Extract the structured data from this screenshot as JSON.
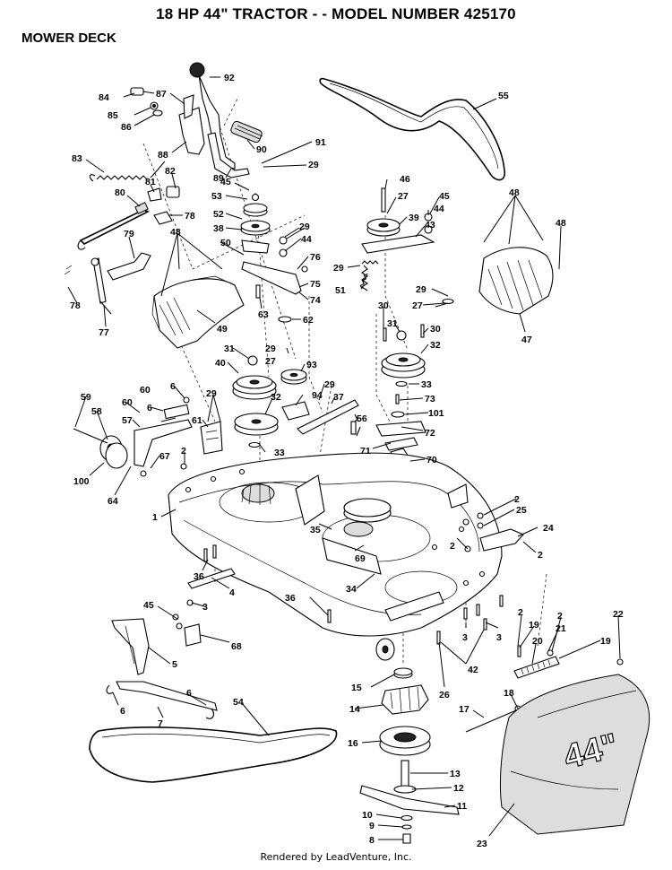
{
  "header": {
    "title": "18 HP 44\" TRACTOR - - MODEL NUMBER 425170",
    "subtitle": "MOWER DECK"
  },
  "footer": {
    "credit": "Rendered by LeadVenture, Inc."
  },
  "deck_shield_label": "44\"",
  "callouts": [
    {
      "id": "c92",
      "label": "92"
    },
    {
      "id": "c84",
      "label": "84"
    },
    {
      "id": "c87",
      "label": "87"
    },
    {
      "id": "c85",
      "label": "85"
    },
    {
      "id": "c86",
      "label": "86"
    },
    {
      "id": "c55",
      "label": "55"
    },
    {
      "id": "c90",
      "label": "90"
    },
    {
      "id": "c91",
      "label": "91"
    },
    {
      "id": "c88",
      "label": "88"
    },
    {
      "id": "c83",
      "label": "83"
    },
    {
      "id": "c82",
      "label": "82"
    },
    {
      "id": "c89",
      "label": "89"
    },
    {
      "id": "c29a",
      "label": "29"
    },
    {
      "id": "c45a",
      "label": "45"
    },
    {
      "id": "c81",
      "label": "81"
    },
    {
      "id": "c80",
      "label": "80"
    },
    {
      "id": "c53",
      "label": "53"
    },
    {
      "id": "c46",
      "label": "46"
    },
    {
      "id": "c27a",
      "label": "27"
    },
    {
      "id": "c45b",
      "label": "45"
    },
    {
      "id": "c48a",
      "label": "48"
    },
    {
      "id": "c78a",
      "label": "78"
    },
    {
      "id": "c52",
      "label": "52"
    },
    {
      "id": "c29b",
      "label": "29"
    },
    {
      "id": "c39",
      "label": "39"
    },
    {
      "id": "c44a",
      "label": "44"
    },
    {
      "id": "c43",
      "label": "43"
    },
    {
      "id": "c48b",
      "label": "48"
    },
    {
      "id": "c38",
      "label": "38"
    },
    {
      "id": "c44b",
      "label": "44"
    },
    {
      "id": "c79",
      "label": "79"
    },
    {
      "id": "c48c",
      "label": "48"
    },
    {
      "id": "c50",
      "label": "50"
    },
    {
      "id": "c76",
      "label": "76"
    },
    {
      "id": "c29c",
      "label": "29"
    },
    {
      "id": "c51",
      "label": "51"
    },
    {
      "id": "c75",
      "label": "75"
    },
    {
      "id": "c29d",
      "label": "29"
    },
    {
      "id": "c74",
      "label": "74"
    },
    {
      "id": "c27b",
      "label": "27"
    },
    {
      "id": "c78b",
      "label": "78"
    },
    {
      "id": "c63",
      "label": "63"
    },
    {
      "id": "c62",
      "label": "62"
    },
    {
      "id": "c30a",
      "label": "30"
    },
    {
      "id": "c30b",
      "label": "30"
    },
    {
      "id": "c77",
      "label": "77"
    },
    {
      "id": "c49",
      "label": "49"
    },
    {
      "id": "c31a",
      "label": "31"
    },
    {
      "id": "c47",
      "label": "47"
    },
    {
      "id": "c31b",
      "label": "31"
    },
    {
      "id": "c29e",
      "label": "29"
    },
    {
      "id": "c32a",
      "label": "32"
    },
    {
      "id": "c27c",
      "label": "27"
    },
    {
      "id": "c40",
      "label": "40"
    },
    {
      "id": "c93",
      "label": "93"
    },
    {
      "id": "c33a",
      "label": "33"
    },
    {
      "id": "c6a",
      "label": "6"
    },
    {
      "id": "c29f",
      "label": "29"
    },
    {
      "id": "c37",
      "label": "37"
    },
    {
      "id": "c59",
      "label": "59"
    },
    {
      "id": "c60a",
      "label": "60"
    },
    {
      "id": "c29g",
      "label": "29"
    },
    {
      "id": "c94",
      "label": "94"
    },
    {
      "id": "c73",
      "label": "73"
    },
    {
      "id": "c58",
      "label": "58"
    },
    {
      "id": "c60b",
      "label": "60"
    },
    {
      "id": "c32b",
      "label": "32"
    },
    {
      "id": "c6b",
      "label": "6"
    },
    {
      "id": "c101",
      "label": "101"
    },
    {
      "id": "c57",
      "label": "57"
    },
    {
      "id": "c61",
      "label": "61"
    },
    {
      "id": "c56",
      "label": "56"
    },
    {
      "id": "c72",
      "label": "72"
    },
    {
      "id": "c33b",
      "label": "33"
    },
    {
      "id": "c71",
      "label": "71"
    },
    {
      "id": "c2a",
      "label": "2"
    },
    {
      "id": "c67",
      "label": "67"
    },
    {
      "id": "c70",
      "label": "70"
    },
    {
      "id": "c100",
      "label": "100"
    },
    {
      "id": "c64",
      "label": "64"
    },
    {
      "id": "c2b",
      "label": "2"
    },
    {
      "id": "c1",
      "label": "1"
    },
    {
      "id": "c25",
      "label": "25"
    },
    {
      "id": "c24",
      "label": "24"
    },
    {
      "id": "c35",
      "label": "35"
    },
    {
      "id": "c2c",
      "label": "2"
    },
    {
      "id": "c2d",
      "label": "2"
    },
    {
      "id": "c69",
      "label": "69"
    },
    {
      "id": "c36a",
      "label": "36"
    },
    {
      "id": "c4",
      "label": "4"
    },
    {
      "id": "c34",
      "label": "34"
    },
    {
      "id": "c3a",
      "label": "3"
    },
    {
      "id": "c36b",
      "label": "36"
    },
    {
      "id": "c45c",
      "label": "45"
    },
    {
      "id": "c2e",
      "label": "2"
    },
    {
      "id": "c22",
      "label": "22"
    },
    {
      "id": "c2f",
      "label": "2"
    },
    {
      "id": "c19a",
      "label": "19"
    },
    {
      "id": "c68",
      "label": "68"
    },
    {
      "id": "c3b",
      "label": "3"
    },
    {
      "id": "c3c",
      "label": "3"
    },
    {
      "id": "c21",
      "label": "21"
    },
    {
      "id": "c20",
      "label": "20"
    },
    {
      "id": "c19b",
      "label": "19"
    },
    {
      "id": "c5",
      "label": "5"
    },
    {
      "id": "c42",
      "label": "42"
    },
    {
      "id": "c15",
      "label": "15"
    },
    {
      "id": "c26",
      "label": "26"
    },
    {
      "id": "c6c",
      "label": "6"
    },
    {
      "id": "c18",
      "label": "18"
    },
    {
      "id": "c14",
      "label": "14"
    },
    {
      "id": "c6d",
      "label": "6"
    },
    {
      "id": "c7",
      "label": "7"
    },
    {
      "id": "c17",
      "label": "17"
    },
    {
      "id": "c54",
      "label": "54"
    },
    {
      "id": "c16",
      "label": "16"
    },
    {
      "id": "c13",
      "label": "13"
    },
    {
      "id": "c12",
      "label": "12"
    },
    {
      "id": "c11",
      "label": "11"
    },
    {
      "id": "c10",
      "label": "10"
    },
    {
      "id": "c9",
      "label": "9"
    },
    {
      "id": "c8",
      "label": "8"
    },
    {
      "id": "c23",
      "label": "23"
    }
  ]
}
